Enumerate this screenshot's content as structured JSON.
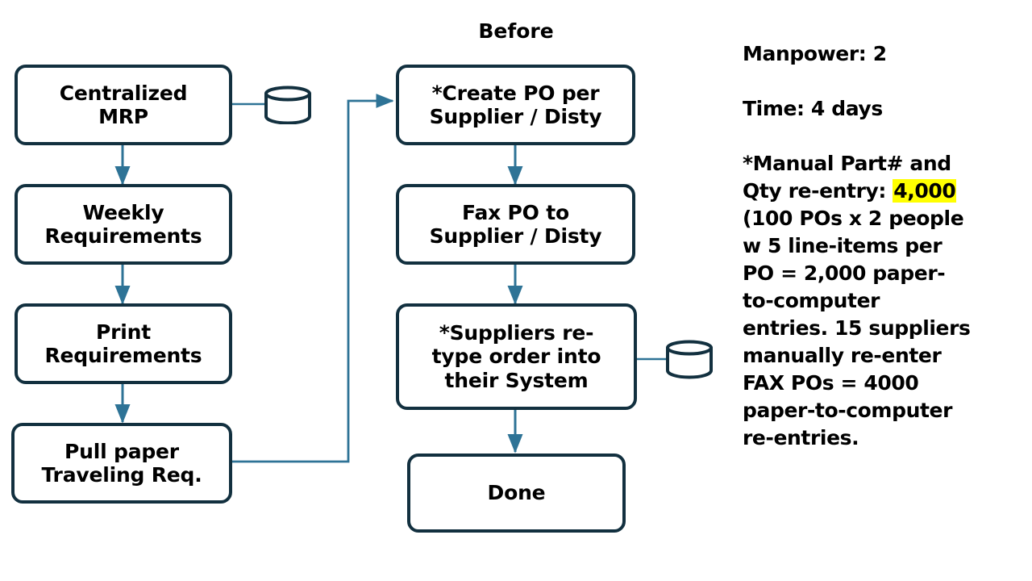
{
  "heading": {
    "text": "Before"
  },
  "colors": {
    "node_border": "#12303f",
    "connector": "#2e7396",
    "highlight": "#ffff00",
    "text": "#000000",
    "background": "#ffffff"
  },
  "flow": {
    "left_column": [
      {
        "id": "centralized-mrp",
        "label": "Centralized\nMRP"
      },
      {
        "id": "weekly-requirements",
        "label": "Weekly\nRequirements"
      },
      {
        "id": "print-requirements",
        "label": "Print\nRequirements"
      },
      {
        "id": "pull-paper-traveling-req",
        "label": "Pull paper\nTraveling Req."
      }
    ],
    "middle_column": [
      {
        "id": "create-po",
        "label": "*Create PO per\nSupplier / Disty"
      },
      {
        "id": "fax-po",
        "label": "Fax PO to\nSupplier / Disty"
      },
      {
        "id": "suppliers-retype",
        "label": "*Suppliers re-\ntype order into\ntheir System"
      },
      {
        "id": "done",
        "label": "Done"
      }
    ],
    "datastores": [
      {
        "id": "mrp-database",
        "attached_to": "centralized-mrp"
      },
      {
        "id": "supplier-database",
        "attached_to": "suppliers-retype"
      }
    ]
  },
  "notes": {
    "manpower": "Manpower: 2",
    "time": "Time: 4 days",
    "detail_lines": [
      "*Manual Part# and",
      "Qty re-entry: ",
      "(100 POs x 2 people",
      "w 5 line-items per",
      "PO = 2,000 paper-",
      "to-computer",
      "entries. 15 suppliers",
      "manually re-enter",
      "FAX POs = 4000",
      "paper-to-computer",
      "re-entries."
    ],
    "highlight_value": "4,000"
  }
}
